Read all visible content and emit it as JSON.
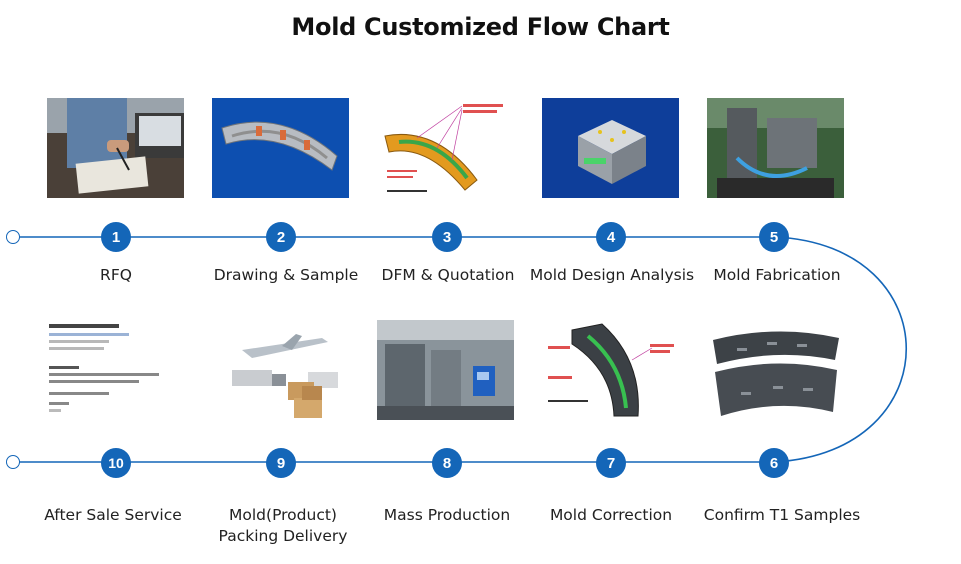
{
  "title": "Mold Customized Flow Chart",
  "accent_color": "#1466b8",
  "steps": [
    {
      "number": "1",
      "label": "RFQ",
      "image": "hand-writing-document"
    },
    {
      "number": "2",
      "label": "Drawing & Sample",
      "image": "cad-part-render"
    },
    {
      "number": "3",
      "label": "DFM & Quotation",
      "image": "dfm-annotated-part"
    },
    {
      "number": "4",
      "label": "Mold Design Analysis",
      "image": "mold-3d-model"
    },
    {
      "number": "5",
      "label": "Mold Fabrication",
      "image": "cnc-machining"
    },
    {
      "number": "6",
      "label": "Confirm T1 Samples",
      "image": "molded-samples"
    },
    {
      "number": "7",
      "label": "Mold Correction",
      "image": "correction-annotated-part"
    },
    {
      "number": "8",
      "label": "Mass Production",
      "image": "injection-machines"
    },
    {
      "number": "9",
      "label": "Mold(Product) Packing Delivery",
      "image": "plane-truck-boxes"
    },
    {
      "number": "10",
      "label": "After Sale Service",
      "image": "email-message"
    }
  ]
}
